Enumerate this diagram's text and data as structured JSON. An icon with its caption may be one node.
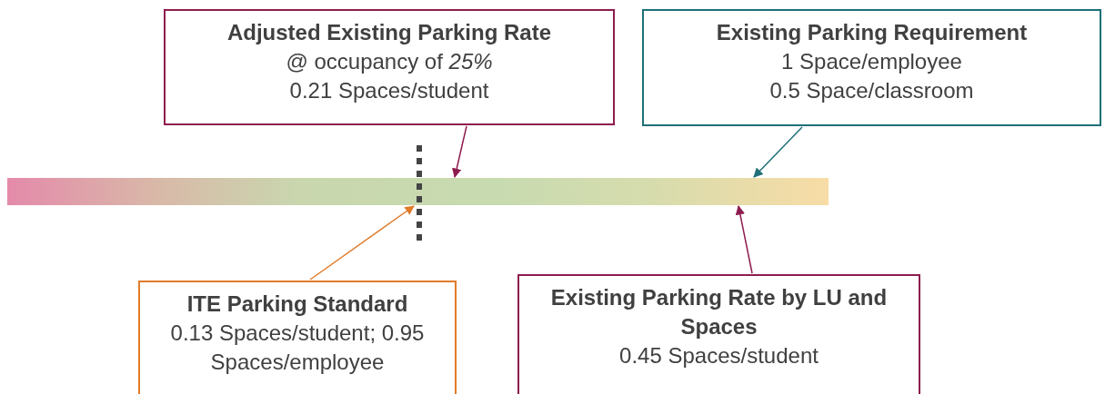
{
  "diagram": {
    "nodes": [
      {
        "text": [
          "Adjusted Existing Parking Rate",
          "@ occupancy of *25%*",
          "0.21 Spaces/student"
        ]
      },
      {
        "text": [
          "Existing Parking Requirement",
          "1 Space/employee",
          "0.5 Space/classroom"
        ]
      },
      {
        "text": [],
        "shape": "bar"
      },
      {
        "text": [
          "ITE Parking Standard",
          "0.13 Spaces/student; 0.95 Spaces/employee"
        ]
      },
      {
        "text": [
          "Existing Parking Rate by LU and Spaces",
          "0.45 Spaces/student"
        ]
      }
    ],
    "edges": [
      {
        "from": 0,
        "to": 2,
        "arrow": "to"
      },
      {
        "from": 1,
        "to": 2,
        "arrow": "to",
        "color": "#1f6f78"
      },
      {
        "from": 3,
        "to": 2,
        "arrow": "to",
        "color": "#e07b2a"
      },
      {
        "from": 4,
        "to": 2,
        "arrow": "to"
      }
    ]
  }
}
